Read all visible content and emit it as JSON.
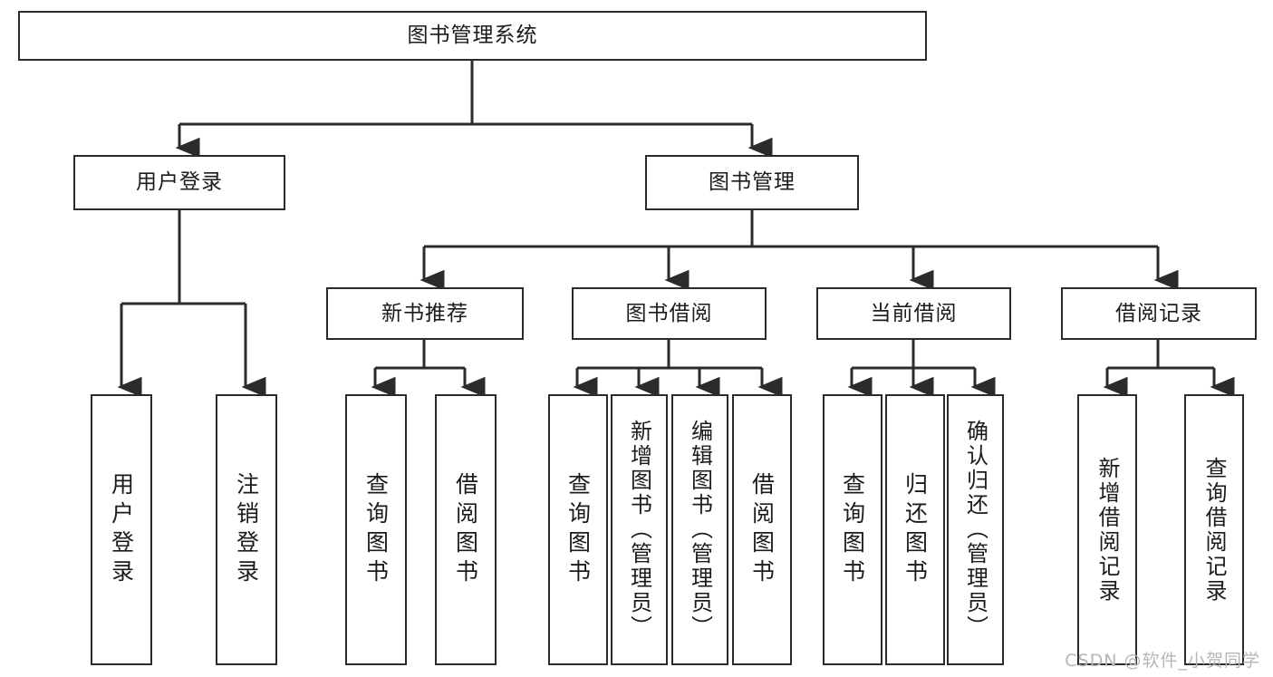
{
  "diagram": {
    "title": "图书管理系统",
    "type": "tree",
    "stroke_color": "#2b2b2b",
    "background": "#ffffff",
    "text_color": "#1b1b1b",
    "watermark": "CSDN @软件_小贺同学"
  },
  "nodes": {
    "root": {
      "label": "图书管理系统"
    },
    "login": {
      "label": "用户登录"
    },
    "bookmgmt": {
      "label": "图书管理"
    },
    "newbook": {
      "label": "新书推荐"
    },
    "borrow": {
      "label": "图书借阅"
    },
    "current": {
      "label": "当前借阅"
    },
    "record": {
      "label": "借阅记录"
    },
    "leaf1": {
      "label": "用户登录"
    },
    "leaf2": {
      "label": "注销登录"
    },
    "leaf3": {
      "label": "查询图书"
    },
    "leaf4": {
      "label": "借阅图书"
    },
    "leaf5": {
      "label": "查询图书"
    },
    "leaf6": {
      "label": "新增图书（管理员）"
    },
    "leaf7": {
      "label": "编辑图书（管理员）"
    },
    "leaf8": {
      "label": "借阅图书"
    },
    "leaf9": {
      "label": "查询图书"
    },
    "leaf10": {
      "label": "归还图书"
    },
    "leaf11": {
      "label": "确认归还（管理员）"
    },
    "leaf12": {
      "label": "新增借阅记录"
    },
    "leaf13": {
      "label": "查询借阅记录"
    }
  },
  "chart_data": {
    "type": "tree",
    "title": "图书管理系统",
    "levels": 4,
    "tree": {
      "name": "图书管理系统",
      "children": [
        {
          "name": "用户登录",
          "children": [
            {
              "name": "用户登录"
            },
            {
              "name": "注销登录"
            }
          ]
        },
        {
          "name": "图书管理",
          "children": [
            {
              "name": "新书推荐",
              "children": [
                {
                  "name": "查询图书"
                },
                {
                  "name": "借阅图书"
                }
              ]
            },
            {
              "name": "图书借阅",
              "children": [
                {
                  "name": "查询图书"
                },
                {
                  "name": "新增图书（管理员）"
                },
                {
                  "name": "编辑图书（管理员）"
                },
                {
                  "name": "借阅图书"
                }
              ]
            },
            {
              "name": "当前借阅",
              "children": [
                {
                  "name": "查询图书"
                },
                {
                  "name": "归还图书"
                },
                {
                  "name": "确认归还（管理员）"
                }
              ]
            },
            {
              "name": "借阅记录",
              "children": [
                {
                  "name": "新增借阅记录"
                },
                {
                  "name": "查询借阅记录"
                }
              ]
            }
          ]
        }
      ]
    }
  }
}
